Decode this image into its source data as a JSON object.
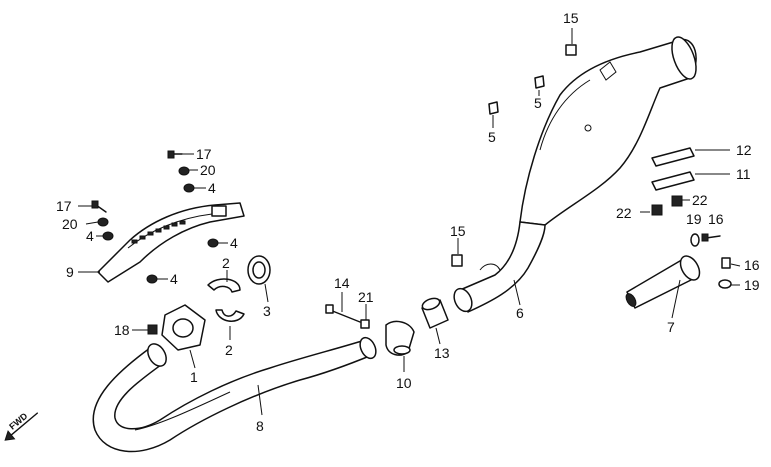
{
  "diagram": {
    "direction_marker": "FWD",
    "parts": [
      {
        "id": "p15a",
        "number": "15"
      },
      {
        "id": "p5a",
        "number": "5"
      },
      {
        "id": "p5b",
        "number": "5"
      },
      {
        "id": "p12",
        "number": "12"
      },
      {
        "id": "p11",
        "number": "11"
      },
      {
        "id": "p22a",
        "number": "22"
      },
      {
        "id": "p22b",
        "number": "22"
      },
      {
        "id": "p19a",
        "number": "19"
      },
      {
        "id": "p16a",
        "number": "16"
      },
      {
        "id": "p16b",
        "number": "16"
      },
      {
        "id": "p19b",
        "number": "19"
      },
      {
        "id": "p7",
        "number": "7"
      },
      {
        "id": "p6",
        "number": "6"
      },
      {
        "id": "p15b",
        "number": "15"
      },
      {
        "id": "p17a",
        "number": "17"
      },
      {
        "id": "p20a",
        "number": "20"
      },
      {
        "id": "p4a",
        "number": "4"
      },
      {
        "id": "p17b",
        "number": "17"
      },
      {
        "id": "p20b",
        "number": "20"
      },
      {
        "id": "p4b",
        "number": "4"
      },
      {
        "id": "p4c",
        "number": "4"
      },
      {
        "id": "p9",
        "number": "9"
      },
      {
        "id": "p4d",
        "number": "4"
      },
      {
        "id": "p2a",
        "number": "2"
      },
      {
        "id": "p3",
        "number": "3"
      },
      {
        "id": "p14",
        "number": "14"
      },
      {
        "id": "p21",
        "number": "21"
      },
      {
        "id": "p18",
        "number": "18"
      },
      {
        "id": "p2b",
        "number": "2"
      },
      {
        "id": "p1",
        "number": "1"
      },
      {
        "id": "p13",
        "number": "13"
      },
      {
        "id": "p10",
        "number": "10"
      },
      {
        "id": "p8",
        "number": "8"
      }
    ]
  }
}
